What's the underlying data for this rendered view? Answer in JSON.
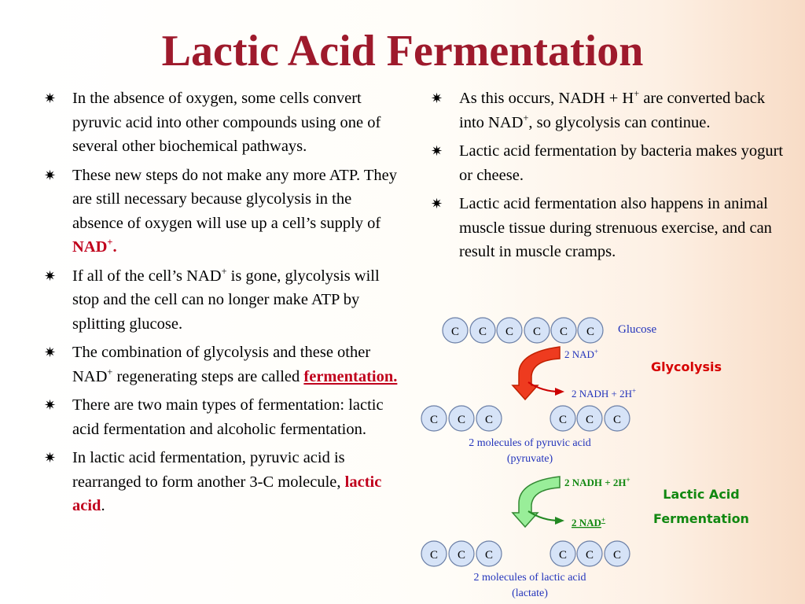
{
  "title": "Lactic Acid Fermentation",
  "bullet_glyph": "✷",
  "left": {
    "b1": "In the absence of oxygen, some cells convert pyruvic acid into other compounds using one of several other biochemical pathways.",
    "b2_text": "These new steps do not make any more ATP. They are still necessary because glycolysis in the absence of oxygen will use up a cell’s supply of ",
    "b2_nad": "NAD",
    "b2_plus": "+",
    "b2_end": ".",
    "b3_a": "If all of the cell’s NAD",
    "b3_plus": "+",
    "b3_b": " is gone, glycolysis will stop and the cell can no longer make ATP by splitting glucose.",
    "b4_a": "The combination of glycolysis and these other NAD",
    "b4_plus": "+",
    "b4_b": " regenerating steps are called ",
    "b4_term": "fermentation.",
    "b5": "There are two main types of fermentation: lactic acid fermentation and alcoholic fermentation.",
    "b6_a": "In lactic acid fermentation, pyruvic acid is rearranged to form another 3-C molecule, ",
    "b6_term": "lactic acid",
    "b6_end": "."
  },
  "right": {
    "b1_a": "As this occurs, NADH + H",
    "b1_plus": "+",
    "b1_b": "  are converted back into NAD",
    "b1_plus2": "+",
    "b1_c": ", so glycolysis can continue.",
    "b2": "Lactic acid fermentation by bacteria makes yogurt or cheese.",
    "b3": "Lactic acid fermentation also happens in animal muscle tissue during strenuous exercise, and can result in muscle cramps."
  },
  "diagram": {
    "carbon": "C",
    "glucose_label": "Glucose",
    "nad_in_label": "2 NAD",
    "nad_in_sup": "+",
    "nadh_out_label": "2 NADH + 2H",
    "nadh_out_sup": "+",
    "glycolysis_label": "Glycolysis",
    "pyruvic_label": "2 molecules of pyruvic acid",
    "pyruvate_label": "(pyruvate)",
    "nadh_in_label": "2 NADH + 2H",
    "nadh_in_sup": "+",
    "nad_out_label": "2 NAD",
    "nad_out_sup": "+",
    "lactic_label_1": "Lactic Acid",
    "lactic_label_2": "Fermentation",
    "lactic_mol_label": "2 molecules of lactic acid",
    "lactate_label": "(lactate)",
    "colors": {
      "circle_fill": "#d6e3f7",
      "circle_stroke": "#6b7fa6",
      "blue_text": "#2233bb",
      "red_label": "#d60000",
      "green_label": "#118811",
      "red_arrow": "#ee3b1f",
      "green_arrow": "#99ee99"
    }
  }
}
